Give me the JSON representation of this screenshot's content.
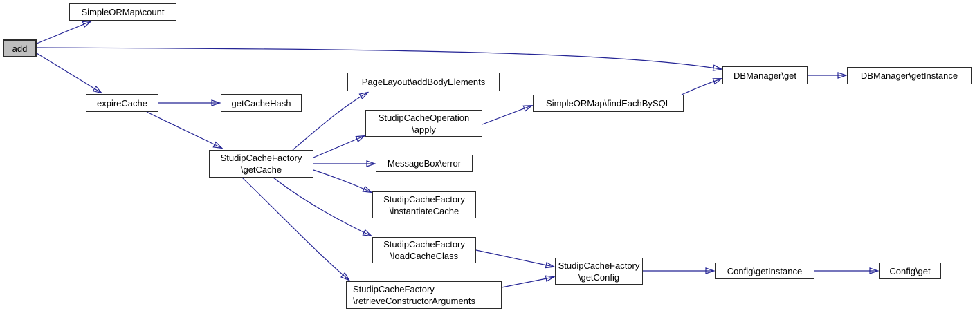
{
  "diagram": {
    "type": "call-graph",
    "colors": {
      "background": "#ffffff",
      "edge": "#252595",
      "node_fill": "#ffffff",
      "node_border": "#2b2b2b",
      "root_node_fill": "#bfbfbf"
    },
    "nodes": [
      {
        "id": "add",
        "label": "add",
        "root": true
      },
      {
        "id": "simpleormap-count",
        "label": "SimpleORMap\\count"
      },
      {
        "id": "expirecache",
        "label": "expireCache"
      },
      {
        "id": "getcachehash",
        "label": "getCacheHash"
      },
      {
        "id": "studipcachefactory-getcache",
        "label": "StudipCacheFactory\n\\getCache"
      },
      {
        "id": "pagelayout-addbodyelements",
        "label": "PageLayout\\addBodyElements"
      },
      {
        "id": "studipcacheoperation-apply",
        "label": "StudipCacheOperation\n\\apply"
      },
      {
        "id": "messagebox-error",
        "label": "MessageBox\\error"
      },
      {
        "id": "studipcachefactory-instantiatecache",
        "label": "StudipCacheFactory\n\\instantiateCache"
      },
      {
        "id": "studipcachefactory-loadcacheclass",
        "label": "StudipCacheFactory\n\\loadCacheClass"
      },
      {
        "id": "studipcachefactory-retrieveconstructorarguments",
        "label": "StudipCacheFactory\n\\retrieveConstructorArguments"
      },
      {
        "id": "simpleormap-findeachbysql",
        "label": "SimpleORMap\\findEachBySQL"
      },
      {
        "id": "dbmanager-get",
        "label": "DBManager\\get"
      },
      {
        "id": "dbmanager-getinstance",
        "label": "DBManager\\getInstance"
      },
      {
        "id": "studipcachefactory-getconfig",
        "label": "StudipCacheFactory\n\\getConfig"
      },
      {
        "id": "config-getinstance",
        "label": "Config\\getInstance"
      },
      {
        "id": "config-get",
        "label": "Config\\get"
      }
    ],
    "edges": [
      {
        "from": "add",
        "to": "SimpleORMap\\count"
      },
      {
        "from": "add",
        "to": "DBManager\\get"
      },
      {
        "from": "add",
        "to": "expireCache"
      },
      {
        "from": "expireCache",
        "to": "getCacheHash"
      },
      {
        "from": "expireCache",
        "to": "StudipCacheFactory\\getCache"
      },
      {
        "from": "StudipCacheFactory\\getCache",
        "to": "PageLayout\\addBodyElements"
      },
      {
        "from": "StudipCacheFactory\\getCache",
        "to": "StudipCacheOperation\\apply"
      },
      {
        "from": "StudipCacheFactory\\getCache",
        "to": "MessageBox\\error"
      },
      {
        "from": "StudipCacheFactory\\getCache",
        "to": "StudipCacheFactory\\instantiateCache"
      },
      {
        "from": "StudipCacheFactory\\getCache",
        "to": "StudipCacheFactory\\loadCacheClass"
      },
      {
        "from": "StudipCacheFactory\\getCache",
        "to": "StudipCacheFactory\\retrieveConstructorArguments"
      },
      {
        "from": "StudipCacheOperation\\apply",
        "to": "SimpleORMap\\findEachBySQL"
      },
      {
        "from": "SimpleORMap\\findEachBySQL",
        "to": "DBManager\\get"
      },
      {
        "from": "DBManager\\get",
        "to": "DBManager\\getInstance"
      },
      {
        "from": "StudipCacheFactory\\loadCacheClass",
        "to": "StudipCacheFactory\\getConfig"
      },
      {
        "from": "StudipCacheFactory\\retrieveConstructorArguments",
        "to": "StudipCacheFactory\\getConfig"
      },
      {
        "from": "StudipCacheFactory\\getConfig",
        "to": "Config\\getInstance"
      },
      {
        "from": "Config\\getInstance",
        "to": "Config\\get"
      }
    ]
  }
}
